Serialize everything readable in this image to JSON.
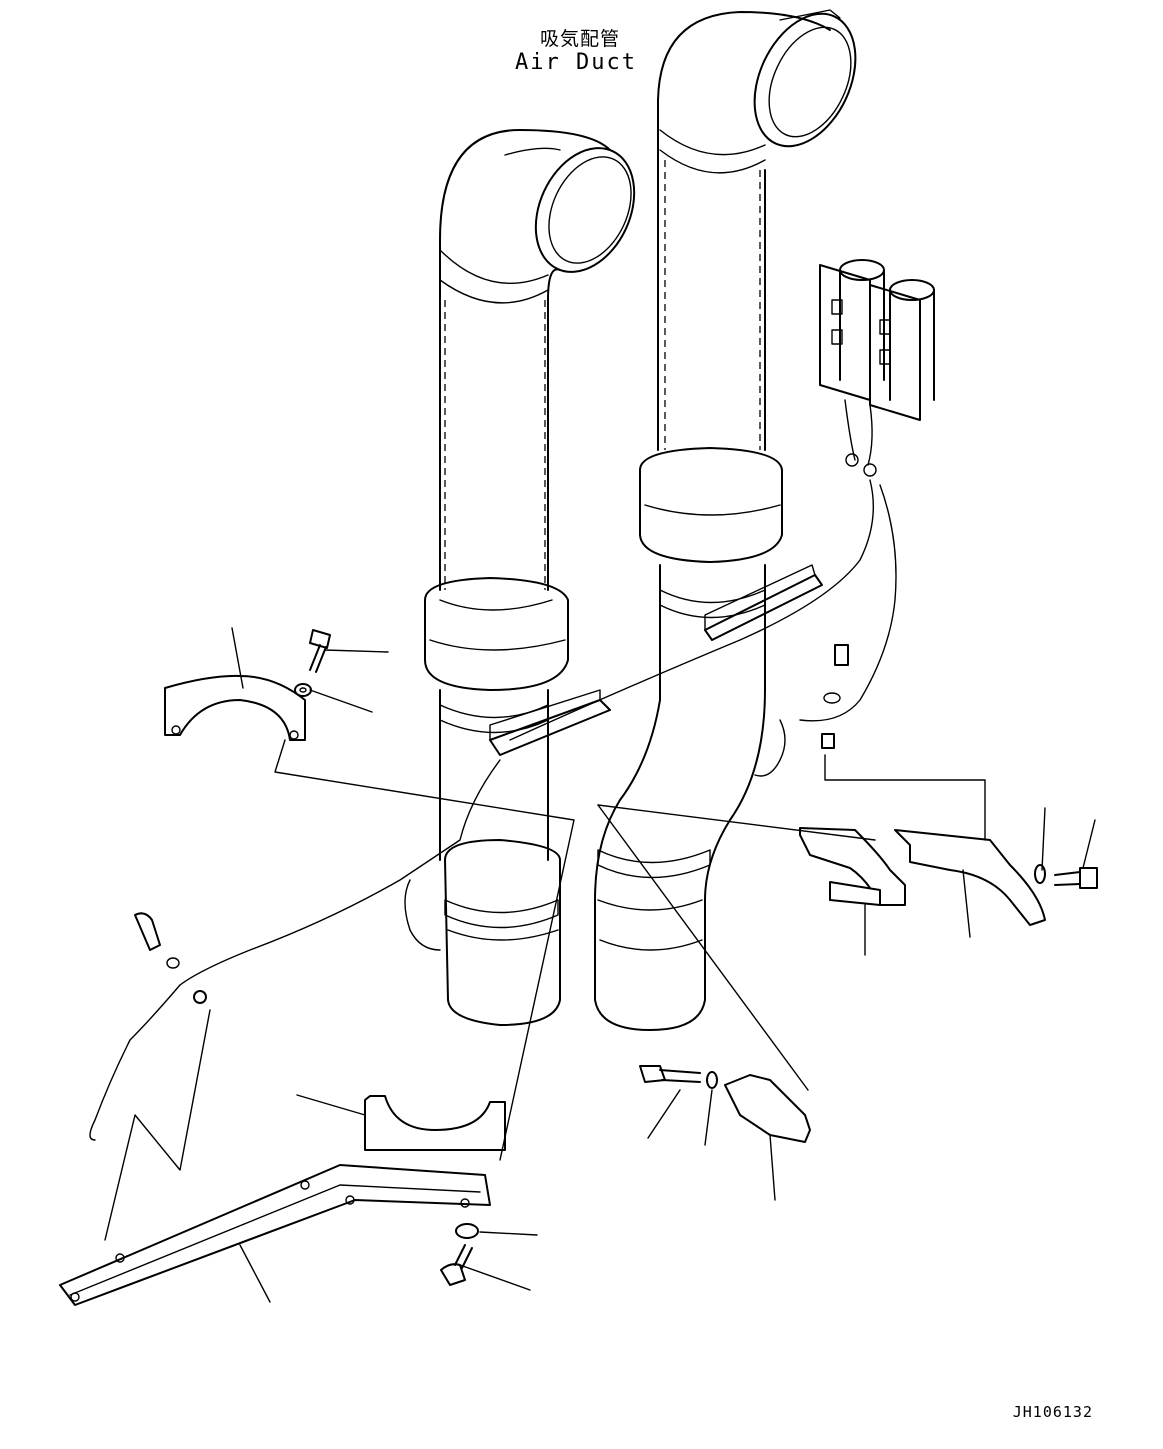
{
  "title": {
    "japanese": "吸気配管",
    "english": "Air Duct"
  },
  "drawing_id": "JH106132"
}
